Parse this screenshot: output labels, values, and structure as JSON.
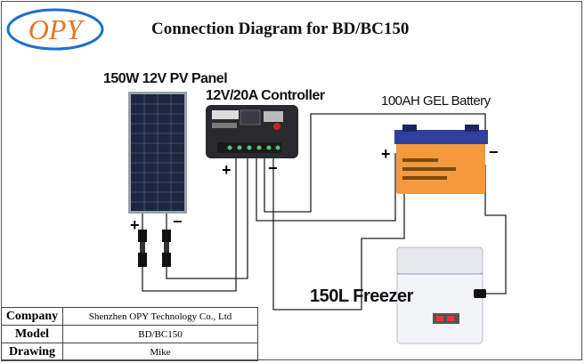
{
  "logo": {
    "text": "OPY",
    "color": "#e87722",
    "border_color": "#1b6fd0"
  },
  "title": "Connection Diagram for BD/BC150",
  "labels": {
    "pv_panel": "150W 12V PV Panel",
    "controller": "12V/20A Controller",
    "battery": "100AH GEL Battery",
    "freezer": "150L Freezer"
  },
  "signs": {
    "plus": "+",
    "minus": "−"
  },
  "info_table": {
    "rows": [
      {
        "key": "Company",
        "value": "Shenzhen OPY Technology Co., Ltd"
      },
      {
        "key": "Model",
        "value": "BD/BC150"
      },
      {
        "key": "Drawing",
        "value": "Mike"
      }
    ]
  },
  "colors": {
    "panel": "#1e2740",
    "battery_case": "#f29a3c",
    "battery_lid": "#2f3f9e",
    "controller": "#2a2a2e",
    "wire": "#222222"
  }
}
